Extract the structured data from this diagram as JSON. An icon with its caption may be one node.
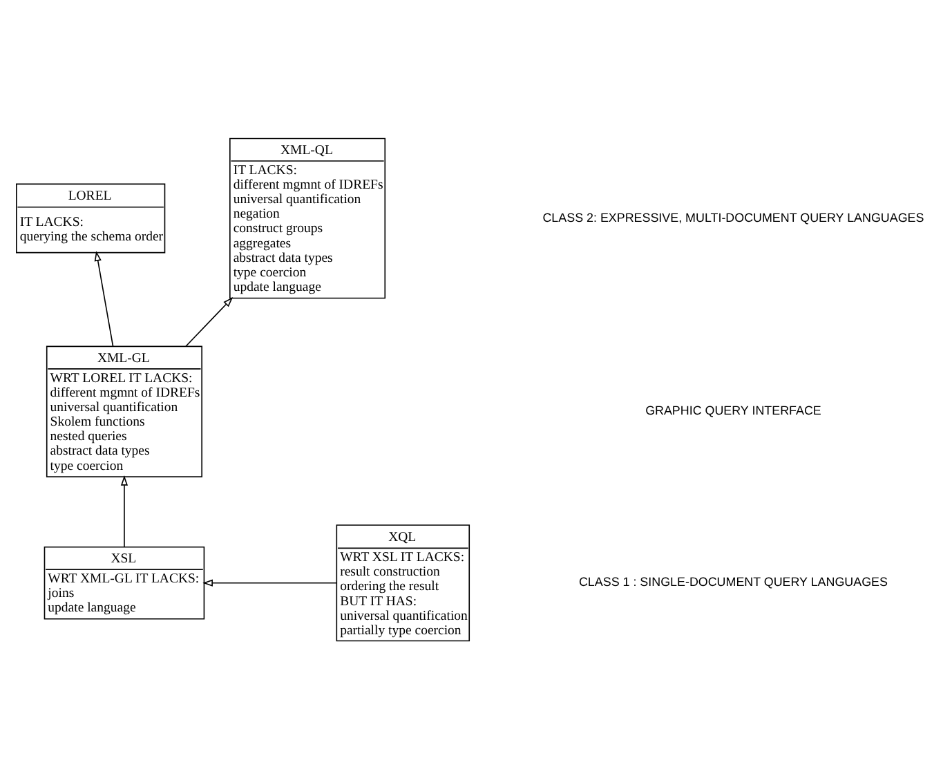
{
  "diagram": {
    "nodes": [
      {
        "text": [
          "LOREL",
          "IT LACKS:",
          "querying the schema order"
        ]
      },
      {
        "text": [
          "XML-QL",
          "IT LACKS:",
          "different mgmnt of IDREFs",
          "universal quantification",
          "negation",
          "construct groups",
          "aggregates",
          "abstract data types",
          "type coercion",
          "update language"
        ]
      },
      {
        "text": [
          "XML-GL",
          "WRT LOREL IT LACKS:",
          "different mgmnt of IDREFs",
          "universal quantification",
          "Skolem functions",
          "nested queries",
          "abstract data types",
          "type coercion"
        ]
      },
      {
        "text": [
          "XSL",
          "WRT XML-GL IT LACKS:",
          "joins",
          "update language"
        ]
      },
      {
        "text": [
          "XQL",
          "WRT XSL IT LACKS:",
          "result construction",
          "ordering the result",
          "BUT IT HAS:",
          "universal quantification",
          "partially type coercion"
        ]
      }
    ],
    "edges": [
      {
        "from": 2,
        "to": 0,
        "arrow": "to"
      },
      {
        "from": 2,
        "to": 1,
        "arrow": "to"
      },
      {
        "from": 3,
        "to": 2,
        "arrow": "to"
      },
      {
        "from": 4,
        "to": 3,
        "arrow": "to"
      }
    ],
    "labels": [
      "CLASS 2: EXPRESSIVE, MULTI-DOCUMENT QUERY LANGUAGES",
      "GRAPHIC QUERY INTERFACE",
      "CLASS 1 : SINGLE-DOCUMENT QUERY LANGUAGES"
    ]
  }
}
